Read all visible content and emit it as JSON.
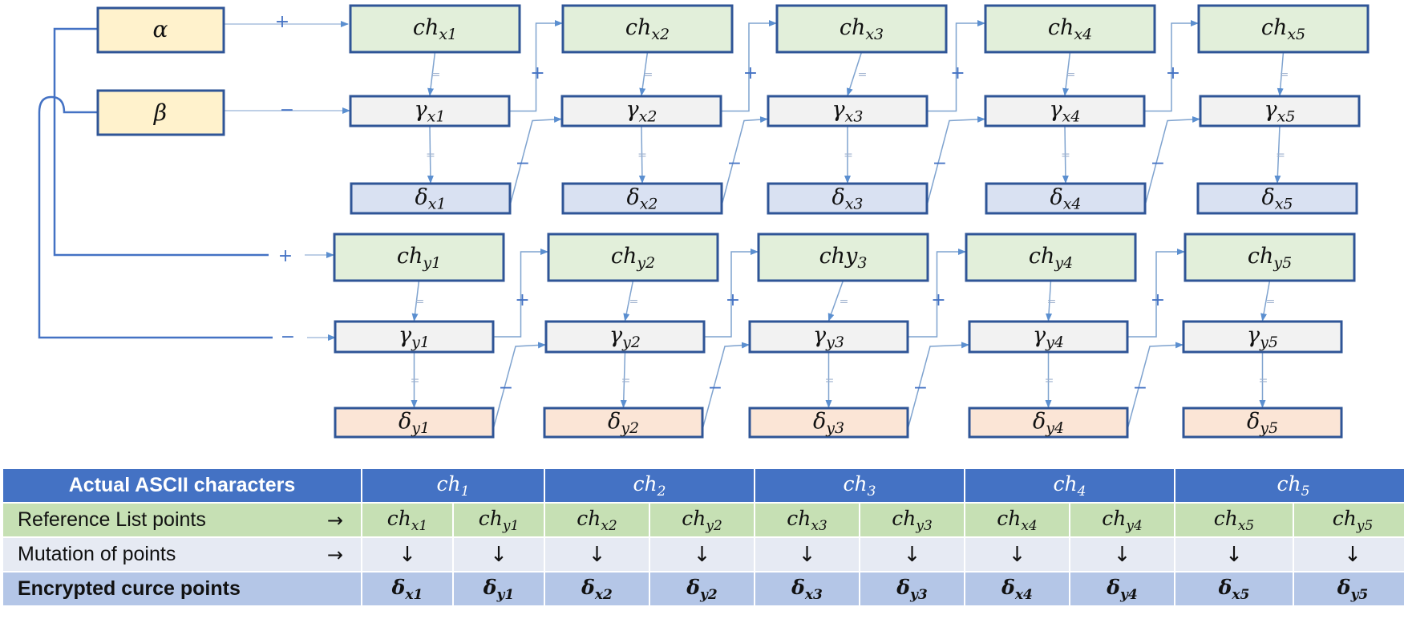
{
  "inputs": {
    "alpha": "α",
    "beta": "β"
  },
  "signs": {
    "plus": "+",
    "minus": "−",
    "eq": "="
  },
  "x_chain": [
    {
      "ch": "ch",
      "ch_sub": "x1",
      "gamma": "γ",
      "gamma_sub": "x1",
      "delta": "δ",
      "delta_sub": "x1"
    },
    {
      "ch": "ch",
      "ch_sub": "x2",
      "gamma": "γ",
      "gamma_sub": "x2",
      "delta": "δ",
      "delta_sub": "x2"
    },
    {
      "ch": "ch",
      "ch_sub": "x3",
      "gamma": "γ",
      "gamma_sub": "x3",
      "delta": "δ",
      "delta_sub": "x3"
    },
    {
      "ch": "ch",
      "ch_sub": "x4",
      "gamma": "γ",
      "gamma_sub": "x4",
      "delta": "δ",
      "delta_sub": "x4"
    },
    {
      "ch": "ch",
      "ch_sub": "x5",
      "gamma": "γ",
      "gamma_sub": "x5",
      "delta": "δ",
      "delta_sub": "x5"
    }
  ],
  "y_chain": [
    {
      "ch": "ch",
      "ch_sub": "y1",
      "gamma": "γ",
      "gamma_sub": "y1",
      "delta": "δ",
      "delta_sub": "y1"
    },
    {
      "ch": "ch",
      "ch_sub": "y2",
      "gamma": "γ",
      "gamma_sub": "y2",
      "delta": "δ",
      "delta_sub": "y2"
    },
    {
      "ch": "chy",
      "ch_sub": "3",
      "gamma": "γ",
      "gamma_sub": "y3",
      "delta": "δ",
      "delta_sub": "y3"
    },
    {
      "ch": "ch",
      "ch_sub": "y4",
      "gamma": "γ",
      "gamma_sub": "y4",
      "delta": "δ",
      "delta_sub": "y4"
    },
    {
      "ch": "ch",
      "ch_sub": "y5",
      "gamma": "γ",
      "gamma_sub": "y5",
      "delta": "δ",
      "delta_sub": "y5"
    }
  ],
  "table": {
    "headers": {
      "actual": "Actual ASCII characters",
      "reference": "Reference List points",
      "mutation": "Mutation of points",
      "encrypted": "Encrypted curce points",
      "right_arrow": "→"
    },
    "characters": [
      {
        "base": "ch",
        "sub": "1"
      },
      {
        "base": "ch",
        "sub": "2"
      },
      {
        "base": "ch",
        "sub": "3"
      },
      {
        "base": "ch",
        "sub": "4"
      },
      {
        "base": "ch",
        "sub": "5"
      }
    ],
    "reference_points": [
      {
        "base": "ch",
        "sub": "x1"
      },
      {
        "base": "ch",
        "sub": "y1"
      },
      {
        "base": "ch",
        "sub": "x2"
      },
      {
        "base": "ch",
        "sub": "y2"
      },
      {
        "base": "ch",
        "sub": "x3"
      },
      {
        "base": "ch",
        "sub": "y3"
      },
      {
        "base": "ch",
        "sub": "x4"
      },
      {
        "base": "ch",
        "sub": "y4"
      },
      {
        "base": "ch",
        "sub": "x5"
      },
      {
        "base": "ch",
        "sub": "y5"
      }
    ],
    "down_arrow": "↓",
    "encrypted_points": [
      {
        "base": "δ",
        "sub": "x1"
      },
      {
        "base": "δ",
        "sub": "y1"
      },
      {
        "base": "δ",
        "sub": "x2"
      },
      {
        "base": "δ",
        "sub": "y2"
      },
      {
        "base": "δ",
        "sub": "x3"
      },
      {
        "base": "δ",
        "sub": "y3"
      },
      {
        "base": "δ",
        "sub": "x4"
      },
      {
        "base": "δ",
        "sub": "y4"
      },
      {
        "base": "δ",
        "sub": "x5"
      },
      {
        "base": "δ",
        "sub": "y5"
      }
    ]
  },
  "colors": {
    "ch_fill": "#e2efda",
    "gamma_fill": "#f2f2f2",
    "delta_x_fill": "#d9e1f2",
    "delta_y_fill": "#fbe5d6",
    "input_fill": "#fff2cc",
    "box_stroke": "#2f5597",
    "connector": "#7fa3cf",
    "bus_line": "#4472c4"
  }
}
